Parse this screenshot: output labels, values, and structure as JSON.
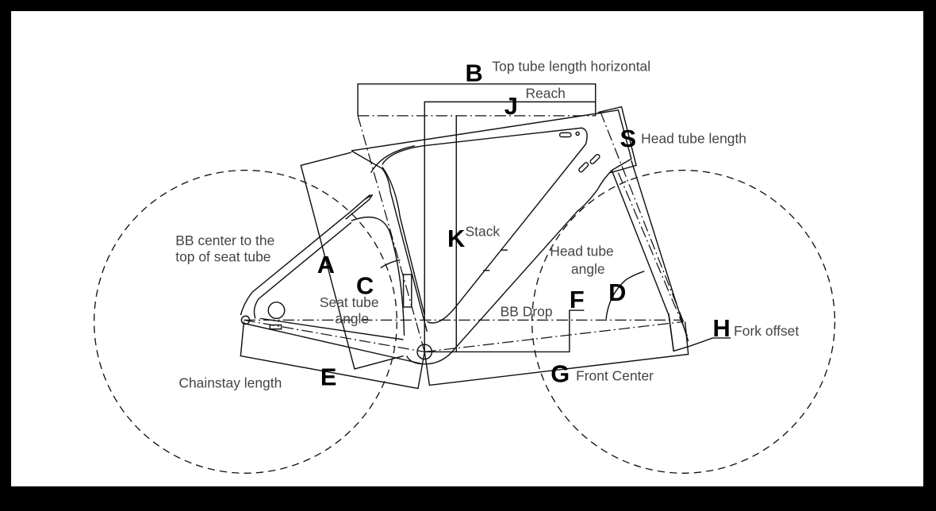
{
  "diagram": {
    "title": "Bicycle frame geometry",
    "measurements": [
      {
        "letter": "A",
        "label_lines": [
          "BB center to the",
          "top of seat tube"
        ]
      },
      {
        "letter": "B",
        "label_lines": [
          "Top tube length horizontal"
        ]
      },
      {
        "letter": "C",
        "label_lines": [
          "Seat tube",
          "angle"
        ]
      },
      {
        "letter": "D",
        "label_lines": [
          "Head tube",
          "angle"
        ]
      },
      {
        "letter": "E",
        "label_lines": [
          "Chainstay length"
        ]
      },
      {
        "letter": "F",
        "label_lines": [
          "BB Drop"
        ]
      },
      {
        "letter": "G",
        "label_lines": [
          "Front Center"
        ]
      },
      {
        "letter": "H",
        "label_lines": [
          "Fork offset"
        ]
      },
      {
        "letter": "J",
        "label_lines": [
          "Reach"
        ]
      },
      {
        "letter": "K",
        "label_lines": [
          "Stack"
        ]
      },
      {
        "letter": "S",
        "label_lines": [
          "Head tube length"
        ]
      }
    ],
    "colors": {
      "line": "#111111",
      "label": "#444444",
      "letter": "#000000",
      "frame_border": "#000000",
      "background": "#ffffff"
    }
  }
}
